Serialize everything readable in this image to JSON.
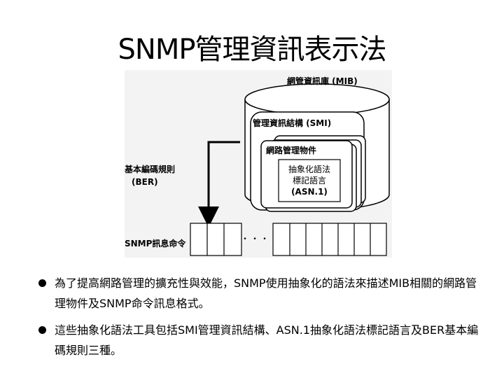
{
  "title": "SNMP管理資訊表示法",
  "diagram": {
    "mib_label": "網管資訊庫 (MIB)",
    "smi_label": "管理資訊結構 (SMI)",
    "objects_label": "網路管理物件",
    "asn1_line1": "抽象化語法",
    "asn1_line2": "標記語言",
    "asn1_line3": "(ASN.1)",
    "ber_line1": "基本編碼規則",
    "ber_line2": "(BER)",
    "snmp_msg_label": "SNMP訊息命令",
    "ellipsis_dot": "•"
  },
  "bullets": [
    {
      "text": "為了提高網路管理的擴充性與效能，SNMP使用抽象化的語法來描述MIB相關的網路管理物件及SNMP命令訊息格式。"
    },
    {
      "text": "這些抽象化語法工具包括SMI管理資訊結構、ASN.1抽象化語法標記語言及BER基本編碼規則三種。"
    }
  ]
}
